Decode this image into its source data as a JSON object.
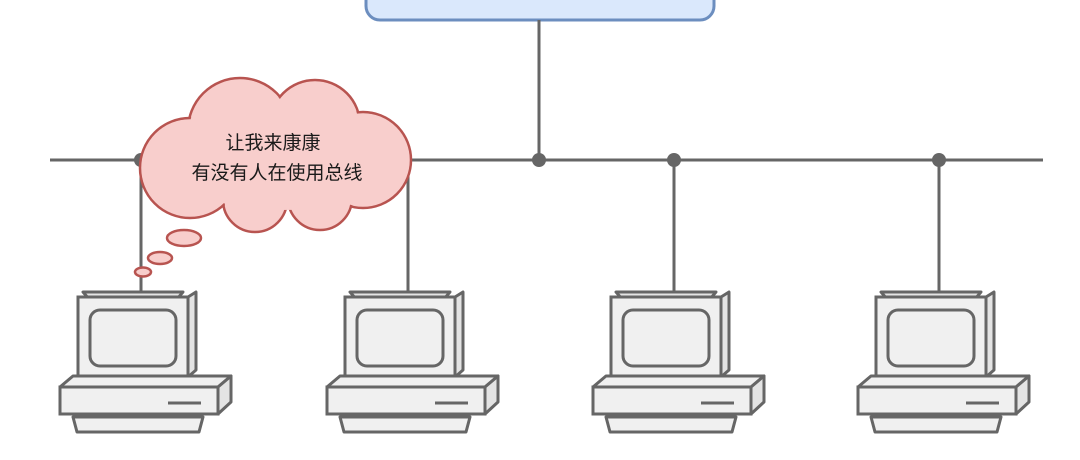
{
  "thought_bubble": {
    "lines": [
      "让我来康康",
      "有没有人在使用总线"
    ]
  },
  "colors": {
    "bus_line": "#666666",
    "server_fill": "#dae8fc",
    "server_stroke": "#6c8ebf",
    "cloud_fill": "#f8cecc",
    "cloud_stroke": "#b85450",
    "computer_fill": "#f0f0f0",
    "computer_stroke": "#666666"
  },
  "computers": [
    {
      "name": "computer-1",
      "thinking": true
    },
    {
      "name": "computer-2",
      "thinking": false
    },
    {
      "name": "computer-3",
      "thinking": false
    },
    {
      "name": "computer-4",
      "thinking": false
    }
  ]
}
